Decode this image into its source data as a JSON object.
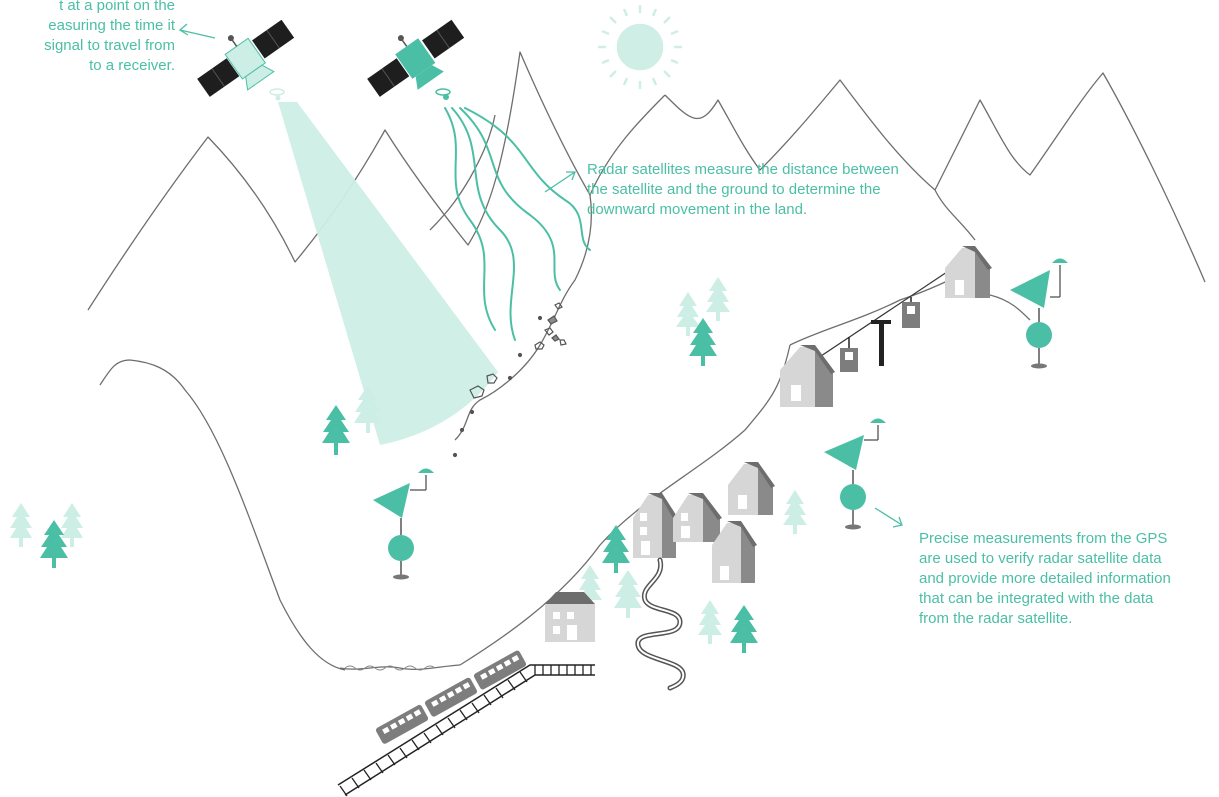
{
  "captions": {
    "gps_partial": {
      "lines": [
        "t at a point on the",
        "easuring the time it",
        "signal to travel from",
        "to a receiver."
      ]
    },
    "radar": {
      "lines": [
        "Radar satellites measure the distance between",
        "the satellite and the ground to determine the",
        "downward movement in the land."
      ]
    },
    "precise": {
      "lines": [
        "Precise measurements from the GPS",
        "are used to verify radar satellite data",
        "and provide more detailed information",
        "that can be integrated with the data",
        "from the radar satellite."
      ]
    }
  },
  "colors": {
    "accent": "#4bbfa5",
    "beam": "#cdeee5",
    "sun": "#cfeee6",
    "mountain_line": "#6e6e6e",
    "house_light": "#d6d6d6",
    "house_dark": "#8a8a8a",
    "roof": "#6d6d6d",
    "panel": "#1e1e1e"
  },
  "icons": [
    "satellite-icon",
    "gps-receiver-icon",
    "tree-icon",
    "house-icon",
    "sun-icon",
    "train-icon",
    "cable-car-icon",
    "arrow-icon"
  ]
}
